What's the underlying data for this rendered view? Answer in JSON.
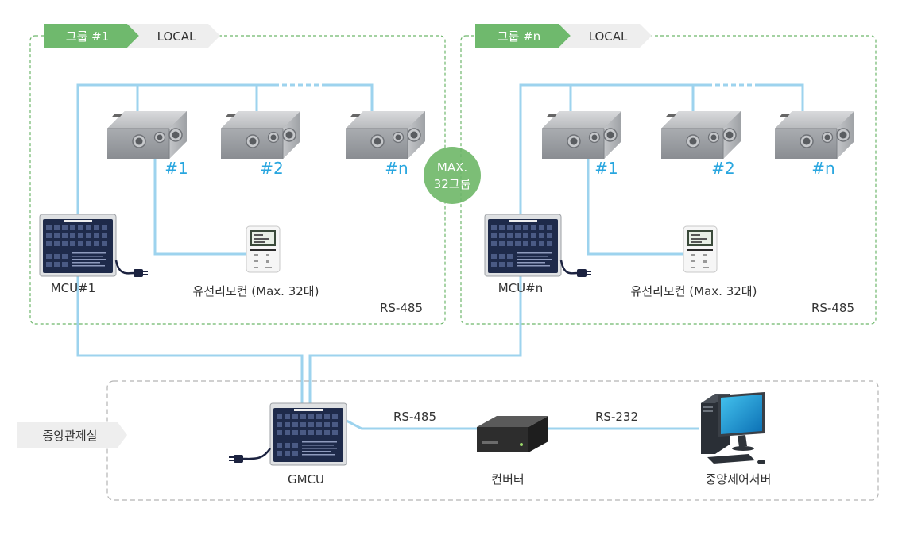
{
  "groups": [
    {
      "tag": "그룹 #1",
      "mode": "LOCAL",
      "mcu": "MCU#1",
      "remote": "유선리모컨 (Max. 32대)",
      "bus": "RS-485",
      "units": [
        "#1",
        "#2",
        "#n"
      ]
    },
    {
      "tag": "그룹 #n",
      "mode": "LOCAL",
      "mcu": "MCU#n",
      "remote": "유선리모컨 (Max. 32대)",
      "bus": "RS-485",
      "units": [
        "#1",
        "#2",
        "#n"
      ]
    }
  ],
  "max_badge": {
    "line1": "MAX.",
    "line2": "32그룹"
  },
  "central": {
    "room": "중앙관제실",
    "gmcu": "GMCU",
    "link1": "RS-485",
    "converter": "컨버터",
    "link2": "RS-232",
    "server": "중앙제어서버"
  },
  "colors": {
    "wire": "#9dd3ee",
    "group_green": "#6db66b",
    "tag_green": "#6fb96d",
    "unit_label": "#29a6df",
    "dash_gray": "#b5b5b5"
  }
}
